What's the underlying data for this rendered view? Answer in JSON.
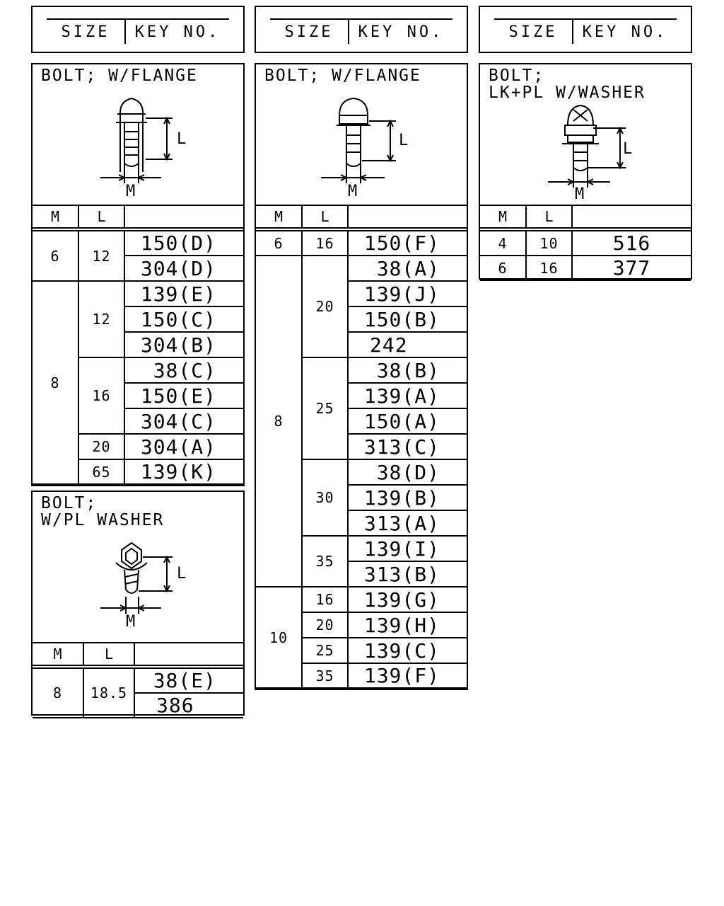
{
  "headers": [
    {
      "size": "SIZE",
      "key": "KEY NO."
    },
    {
      "size": "SIZE",
      "key": "KEY NO."
    },
    {
      "size": "SIZE",
      "key": "KEY NO."
    }
  ],
  "columns": {
    "m": "M",
    "l": "L"
  },
  "dim_labels": {
    "length": "L",
    "diameter": "M"
  },
  "panel1": {
    "title": "BOLT; W/FLANGE",
    "rows": [
      {
        "m": "6",
        "l": "12",
        "keys": [
          "150(D)",
          "304(D)"
        ]
      },
      {
        "m": "8",
        "l": "12",
        "keys": [
          "139(E)",
          "150(C)",
          "304(B)"
        ]
      },
      {
        "m": "8",
        "l": "16",
        "keys": [
          "38(C)",
          "150(E)",
          "304(C)"
        ]
      },
      {
        "m": "8",
        "l": "20",
        "keys": [
          "304(A)"
        ]
      },
      {
        "m": "8",
        "l": "65",
        "keys": [
          "139(K)"
        ]
      }
    ]
  },
  "panel2": {
    "title": "BOLT;\nW/PL WASHER",
    "rows": [
      {
        "m": "8",
        "l": "18.5",
        "keys": [
          "38(E)",
          "386"
        ]
      }
    ]
  },
  "panel3": {
    "title": "BOLT; W/FLANGE",
    "rows": [
      {
        "m": "6",
        "l": "16",
        "keys": [
          "150(F)"
        ]
      },
      {
        "m": "8",
        "l": "20",
        "keys": [
          "38(A)",
          "139(J)",
          "150(B)",
          "242"
        ]
      },
      {
        "m": "8",
        "l": "25",
        "keys": [
          "38(B)",
          "139(A)",
          "150(A)",
          "313(C)"
        ]
      },
      {
        "m": "8",
        "l": "30",
        "keys": [
          "38(D)",
          "139(B)",
          "313(A)"
        ]
      },
      {
        "m": "8",
        "l": "35",
        "keys": [
          "139(I)",
          "313(B)"
        ]
      },
      {
        "m": "10",
        "l": "16",
        "keys": [
          "139(G)"
        ]
      },
      {
        "m": "10",
        "l": "20",
        "keys": [
          "139(H)"
        ]
      },
      {
        "m": "10",
        "l": "25",
        "keys": [
          "139(C)"
        ]
      },
      {
        "m": "10",
        "l": "35",
        "keys": [
          "139(F)"
        ]
      }
    ]
  },
  "panel4": {
    "title": "BOLT;\nLK+PL W/WASHER",
    "rows": [
      {
        "m": "4",
        "l": "10",
        "keys": [
          "516"
        ]
      },
      {
        "m": "6",
        "l": "16",
        "keys": [
          "377"
        ]
      }
    ]
  }
}
